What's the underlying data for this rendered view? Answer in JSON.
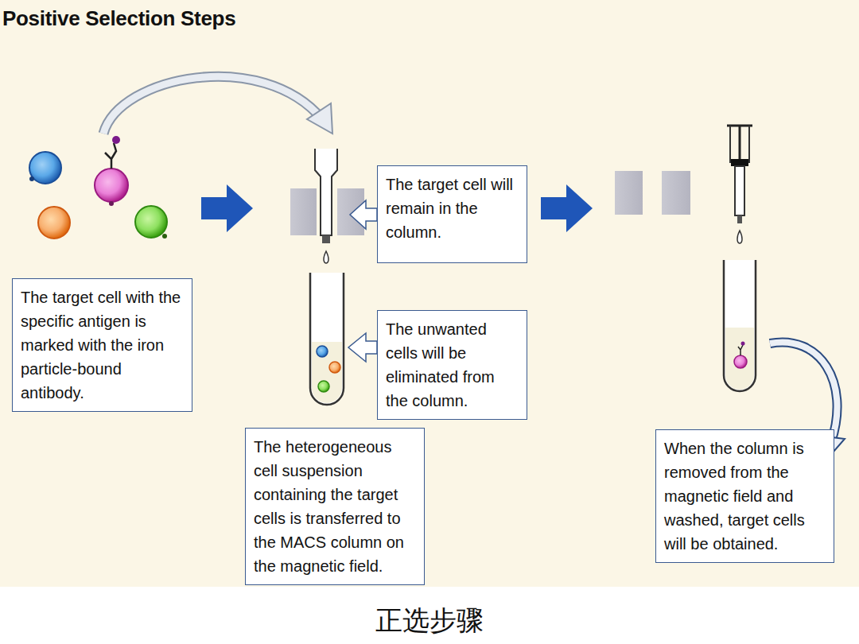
{
  "diagram": {
    "title": "Positive Selection Steps",
    "caption": "正选步骤",
    "nodes": [
      {
        "text": [
          "The target cell with the specific antigen is marked with the iron particle-bound antibody."
        ]
      },
      {
        "text": [
          "The target cell will remain in the column."
        ]
      },
      {
        "text": [
          "The unwanted cells will be eliminated from the column."
        ]
      },
      {
        "text": [
          "The heterogeneous cell suspension containing the target cells is transferred to the MACS column on the magnetic field."
        ]
      },
      {
        "text": [
          "When the column is removed from the magnetic field and washed, target cells will be obtained."
        ]
      }
    ]
  }
}
